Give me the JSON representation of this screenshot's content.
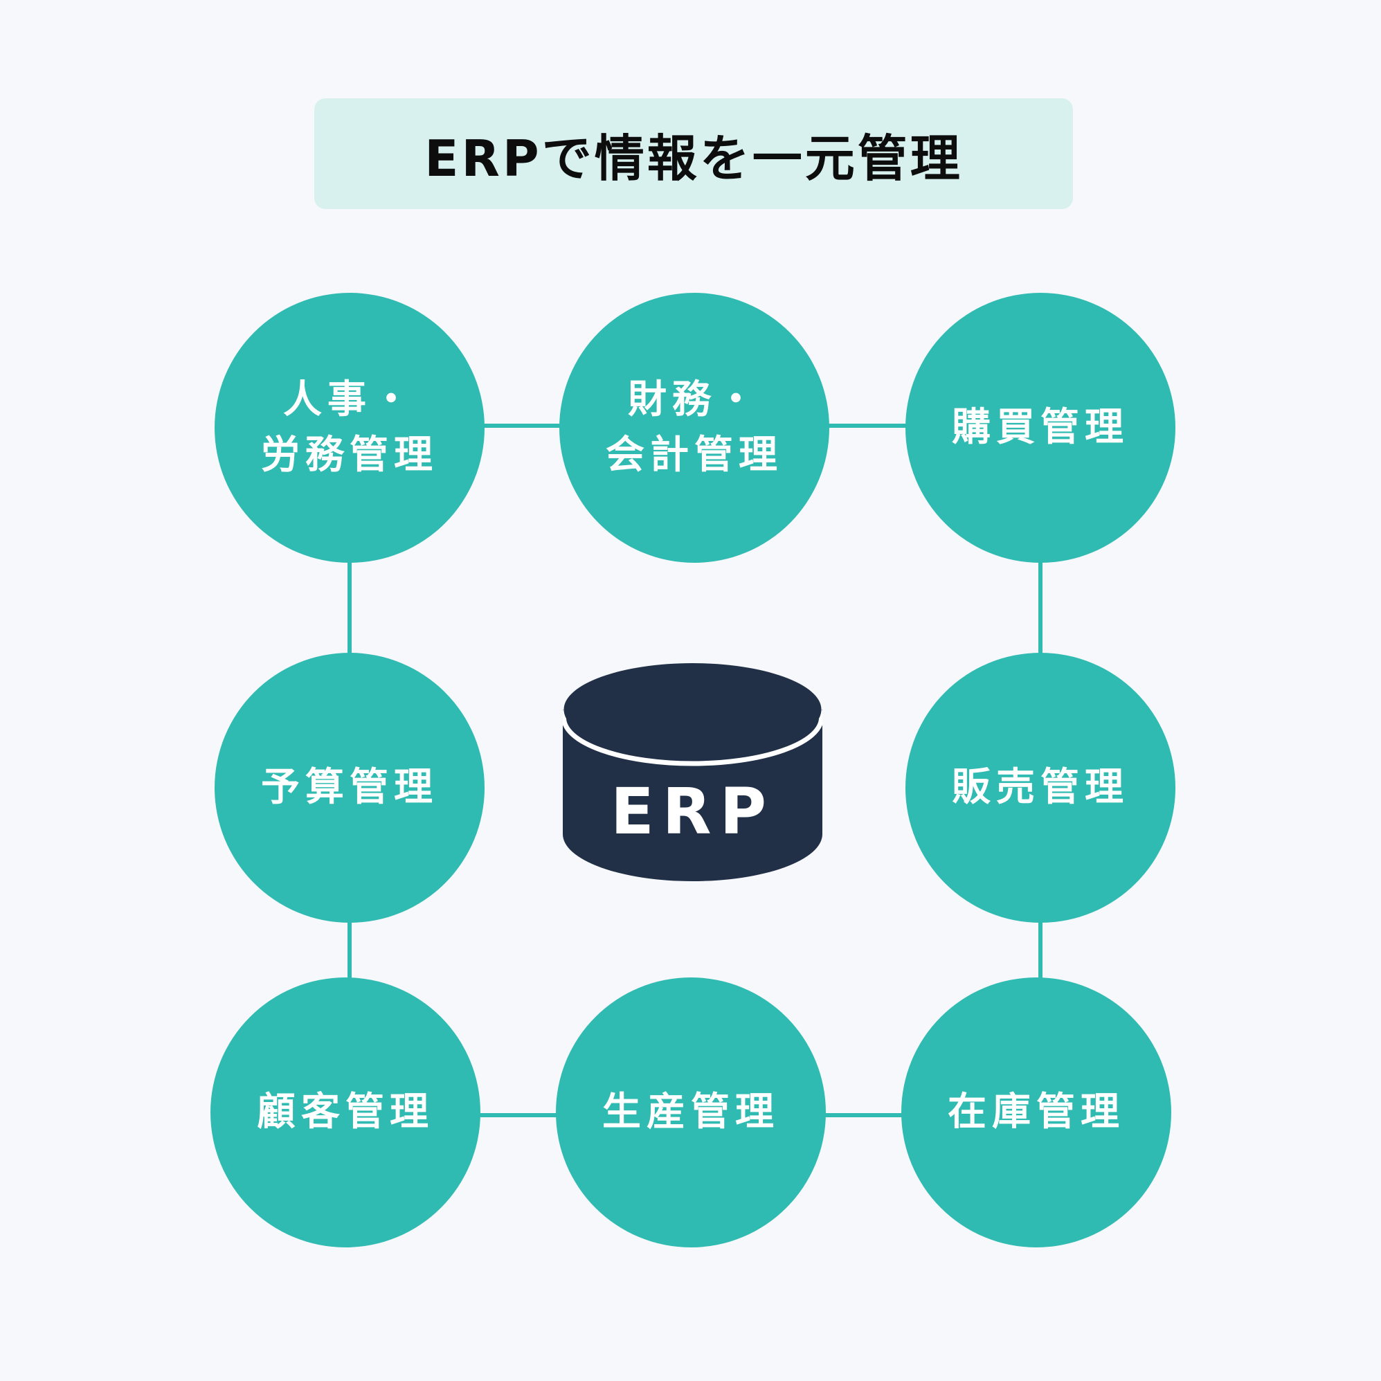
{
  "title": "ERPで情報を一元管理",
  "colors": {
    "background": "#f6f8fb",
    "title_box": "#d8f1ee",
    "node": "#30bbb2",
    "database": "#213047",
    "node_text": "#ffffff"
  },
  "center": {
    "icon": "database-cylinder-icon",
    "label": "ERP"
  },
  "nodes": [
    {
      "line1": "人事・",
      "line2": "労務管理"
    },
    {
      "line1": "財務・",
      "line2": "会計管理"
    },
    {
      "line1": "購買管理",
      "line2": ""
    },
    {
      "line1": "予算管理",
      "line2": ""
    },
    {
      "line1": "販売管理",
      "line2": ""
    },
    {
      "line1": "顧客管理",
      "line2": ""
    },
    {
      "line1": "生産管理",
      "line2": ""
    },
    {
      "line1": "在庫管理",
      "line2": ""
    }
  ]
}
